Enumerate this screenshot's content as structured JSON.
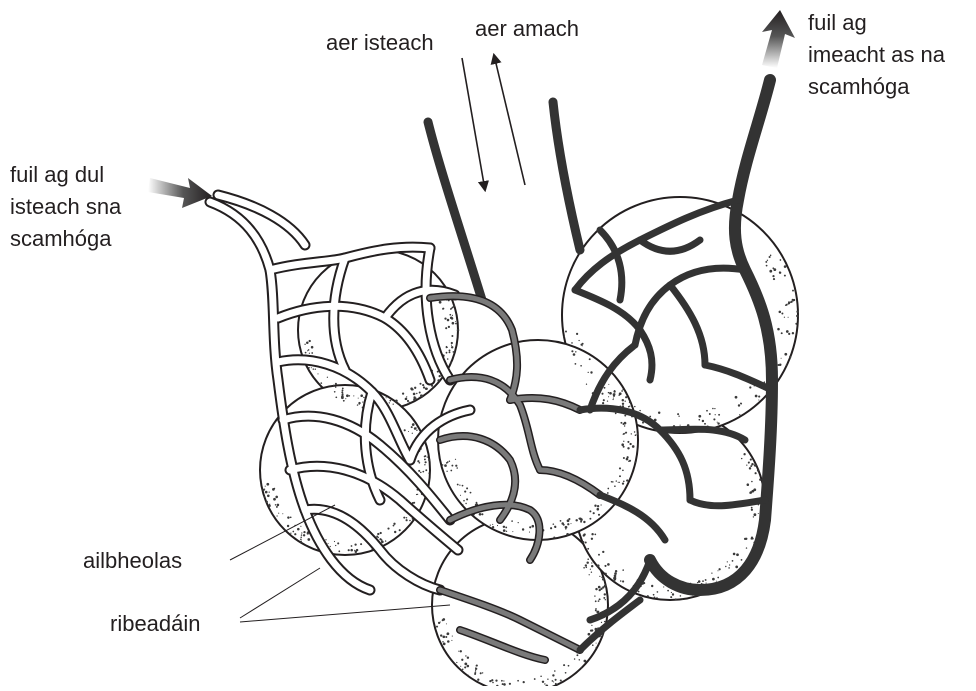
{
  "labels": {
    "air_in": "aer isteach",
    "air_out": "aer amach",
    "blood_in": [
      "fuil ag dul",
      "isteach sna",
      "scamhóga"
    ],
    "blood_out": [
      "fuil ag",
      "imeacht as na",
      "scamhóga"
    ],
    "alveolus": "ailbheolas",
    "capillaries": "ribeadáin"
  },
  "colors": {
    "deoxygenated_vessel": "#ffffff",
    "mixed_vessel": "#7a7a7a",
    "oxygenated_vessel": "#333333",
    "outline": "#231f20",
    "stipple": "#3a3a3a"
  }
}
